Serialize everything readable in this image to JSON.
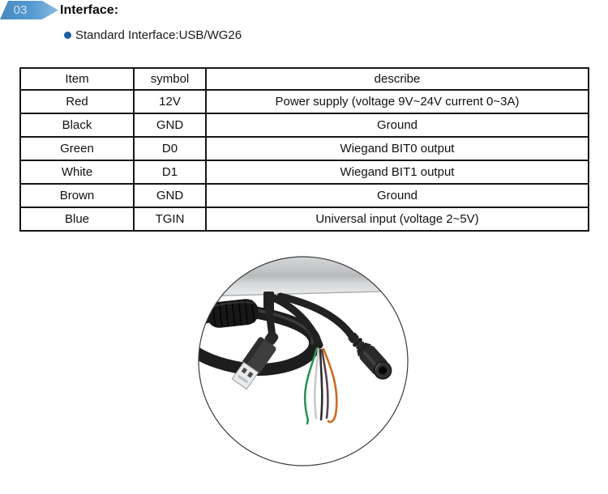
{
  "header": {
    "section_number": "03",
    "section_title": "Interface:",
    "bullet_item": "Standard Interface:USB/WG26"
  },
  "table": {
    "headers": [
      "Item",
      "symbol",
      "describe"
    ],
    "rows": [
      [
        "Red",
        "12V",
        "Power supply (voltage 9V~24V current 0~3A)"
      ],
      [
        "Black",
        "GND",
        "Ground"
      ],
      [
        "Green",
        "D0",
        "Wiegand BIT0 output"
      ],
      [
        "White",
        "D1",
        "Wiegand BIT1 output"
      ],
      [
        "Brown",
        "GND",
        "Ground"
      ],
      [
        "Blue",
        "TGIN",
        "Universal input (voltage 2~5V)"
      ]
    ]
  },
  "photo": {
    "content": "Circular close-up photo of cable bundle under device edge: ferrite bead cable loop, USB-A connector, five bare wires, DC barrel jack",
    "items": [
      "ferrite-bead",
      "usb-a-connector",
      "bare-wires",
      "dc-barrel-jack"
    ],
    "wire_colors": [
      "#2f9158",
      "#c9c9c9",
      "#2e2e2e",
      "#5a4150",
      "#cf6a1f"
    ]
  },
  "colors": {
    "badge_blue": "#4689c0",
    "badge_blue_light": "#8cb9e0",
    "badge_text": "#d4e4f4",
    "bullet_blue": "#1e5ca6",
    "table_border": "#161616"
  }
}
